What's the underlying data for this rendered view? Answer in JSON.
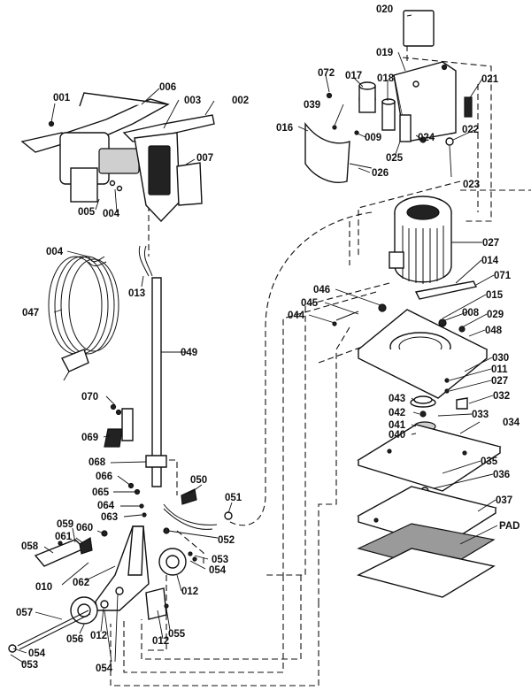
{
  "labels": [
    {
      "key": "p001",
      "text": "001"
    },
    {
      "key": "p002",
      "text": "002"
    },
    {
      "key": "p003",
      "text": "003"
    },
    {
      "key": "p004a",
      "text": "004"
    },
    {
      "key": "p004b",
      "text": "004"
    },
    {
      "key": "p005",
      "text": "005"
    },
    {
      "key": "p006",
      "text": "006"
    },
    {
      "key": "p007",
      "text": "007"
    },
    {
      "key": "p008",
      "text": "008"
    },
    {
      "key": "p009",
      "text": "009"
    },
    {
      "key": "p010",
      "text": "010"
    },
    {
      "key": "p011",
      "text": "011"
    },
    {
      "key": "p012a",
      "text": "012"
    },
    {
      "key": "p012b",
      "text": "012"
    },
    {
      "key": "p012c",
      "text": "012"
    },
    {
      "key": "p013",
      "text": "013"
    },
    {
      "key": "p014",
      "text": "014"
    },
    {
      "key": "p015",
      "text": "015"
    },
    {
      "key": "p016",
      "text": "016"
    },
    {
      "key": "p017",
      "text": "017"
    },
    {
      "key": "p018",
      "text": "018"
    },
    {
      "key": "p019",
      "text": "019"
    },
    {
      "key": "p020",
      "text": "020"
    },
    {
      "key": "p021",
      "text": "021"
    },
    {
      "key": "p022",
      "text": "022"
    },
    {
      "key": "p023",
      "text": "023"
    },
    {
      "key": "p024",
      "text": "024"
    },
    {
      "key": "p025",
      "text": "025"
    },
    {
      "key": "p026",
      "text": "026"
    },
    {
      "key": "p027a",
      "text": "027"
    },
    {
      "key": "p027b",
      "text": "027"
    },
    {
      "key": "p029",
      "text": "029"
    },
    {
      "key": "p030",
      "text": "030"
    },
    {
      "key": "p032",
      "text": "032"
    },
    {
      "key": "p033",
      "text": "033"
    },
    {
      "key": "p034",
      "text": "034"
    },
    {
      "key": "p035",
      "text": "035"
    },
    {
      "key": "p036",
      "text": "036"
    },
    {
      "key": "p037",
      "text": "037"
    },
    {
      "key": "p039",
      "text": "039"
    },
    {
      "key": "p040",
      "text": "040"
    },
    {
      "key": "p041",
      "text": "041"
    },
    {
      "key": "p042",
      "text": "042"
    },
    {
      "key": "p043",
      "text": "043"
    },
    {
      "key": "p044",
      "text": "044"
    },
    {
      "key": "p045",
      "text": "045"
    },
    {
      "key": "p046",
      "text": "046"
    },
    {
      "key": "p047",
      "text": "047"
    },
    {
      "key": "p048",
      "text": "048"
    },
    {
      "key": "p049",
      "text": "049"
    },
    {
      "key": "p050",
      "text": "050"
    },
    {
      "key": "p051",
      "text": "051"
    },
    {
      "key": "p052",
      "text": "052"
    },
    {
      "key": "p053a",
      "text": "053"
    },
    {
      "key": "p053b",
      "text": "053"
    },
    {
      "key": "p054a",
      "text": "054"
    },
    {
      "key": "p054b",
      "text": "054"
    },
    {
      "key": "p054c",
      "text": "054"
    },
    {
      "key": "p055",
      "text": "055"
    },
    {
      "key": "p056",
      "text": "056"
    },
    {
      "key": "p057",
      "text": "057"
    },
    {
      "key": "p058",
      "text": "058"
    },
    {
      "key": "p059",
      "text": "059"
    },
    {
      "key": "p060",
      "text": "060"
    },
    {
      "key": "p061",
      "text": "061"
    },
    {
      "key": "p062",
      "text": "062"
    },
    {
      "key": "p063",
      "text": "063"
    },
    {
      "key": "p064",
      "text": "064"
    },
    {
      "key": "p065",
      "text": "065"
    },
    {
      "key": "p066",
      "text": "066"
    },
    {
      "key": "p068",
      "text": "068"
    },
    {
      "key": "p069",
      "text": "069"
    },
    {
      "key": "p070",
      "text": "070"
    },
    {
      "key": "p071",
      "text": "071"
    },
    {
      "key": "p072",
      "text": "072"
    },
    {
      "key": "pad",
      "text": "PAD"
    }
  ]
}
